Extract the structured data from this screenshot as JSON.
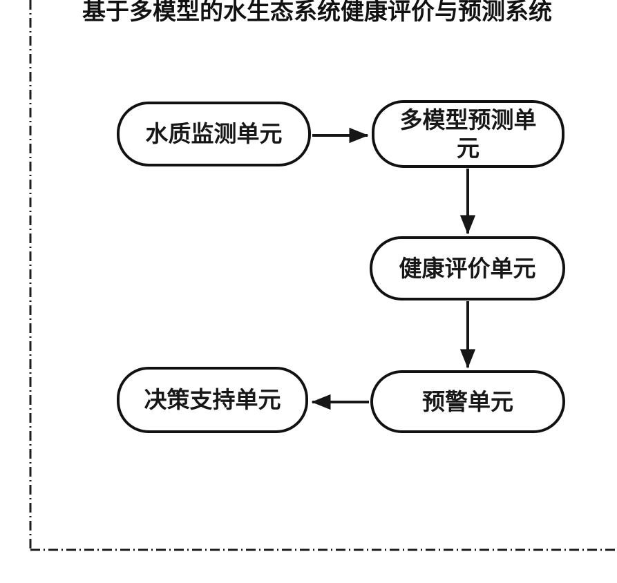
{
  "page": {
    "background_color": "#ffffff",
    "ink_color": "#1b1b1b",
    "frame_border_style": "dashed"
  },
  "diagram": {
    "title": "基于多模型的水生态系统健康评价与预测系统",
    "type": "flowchart",
    "nodes": [
      {
        "id": "water-quality-monitoring",
        "label": "水质监测单元"
      },
      {
        "id": "multi-model-prediction",
        "label": "多模型预测单元"
      },
      {
        "id": "health-evaluation",
        "label": "健康评价单元"
      },
      {
        "id": "early-warning",
        "label": "预警单元"
      },
      {
        "id": "decision-support",
        "label": "决策支持单元"
      }
    ],
    "edges": [
      {
        "from": "water-quality-monitoring",
        "to": "multi-model-prediction",
        "direction": "right"
      },
      {
        "from": "multi-model-prediction",
        "to": "health-evaluation",
        "direction": "down"
      },
      {
        "from": "health-evaluation",
        "to": "early-warning",
        "direction": "down"
      },
      {
        "from": "early-warning",
        "to": "decision-support",
        "direction": "left"
      }
    ]
  }
}
